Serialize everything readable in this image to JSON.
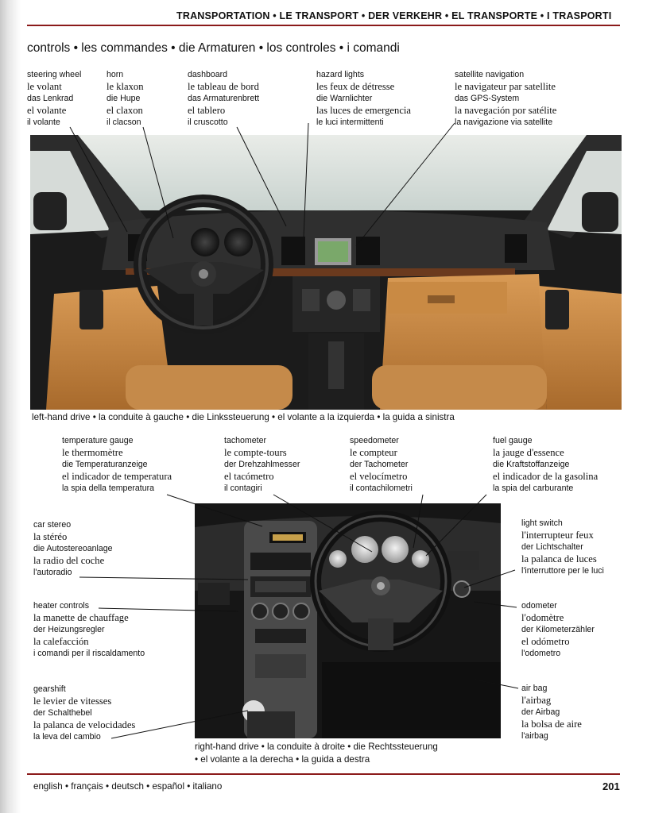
{
  "header": {
    "running_title": "TRANSPORTATION • LE TRANSPORT • DER VERKEHR • EL TRANSPORTE • I TRASPORTI"
  },
  "section": {
    "title": "controls • les commandes • die Armaturen • los controles • i comandi"
  },
  "top_labels": {
    "steering_wheel": [
      "steering wheel",
      "le volant",
      "das Lenkrad",
      "el volante",
      "il volante"
    ],
    "horn": [
      "horn",
      "le klaxon",
      "die Hupe",
      "el claxon",
      "il clacson"
    ],
    "dashboard": [
      "dashboard",
      "le tableau de bord",
      "das Armaturenbrett",
      "el tablero",
      "il cruscotto"
    ],
    "hazard_lights": [
      "hazard lights",
      "les feux de détresse",
      "die Warnlichter",
      "las luces de emergencia",
      "le luci intermittenti"
    ],
    "satellite_navigation": [
      "satellite navigation",
      "le navigateur par satellite",
      "das GPS-System",
      "la navegación por satélite",
      "la navigazione via satellite"
    ]
  },
  "captions": {
    "left_hand_drive": "left-hand drive • la conduite à gauche • die Linkssteuerung • el volante a la izquierda • la guida a sinistra",
    "right_hand_drive_1": "right-hand drive • la conduite à droite • die Rechtssteuerung",
    "right_hand_drive_2": "• el volante a la derecha • la guida a destra"
  },
  "bottom_labels": {
    "temperature_gauge": [
      "temperature gauge",
      "le thermomètre",
      "die Temperaturanzeige",
      "el indicador de temperatura",
      "la spia della temperatura"
    ],
    "tachometer": [
      "tachometer",
      "le compte-tours",
      "der Drehzahlmesser",
      "el tacómetro",
      "il contagiri"
    ],
    "speedometer": [
      "speedometer",
      "le compteur",
      "der Tachometer",
      "el velocímetro",
      "il contachilometri"
    ],
    "fuel_gauge": [
      "fuel gauge",
      "la jauge d'essence",
      "die Kraftstoffanzeige",
      "el indicador de la gasolina",
      "la spia del carburante"
    ],
    "car_stereo": [
      "car stereo",
      "la stéréo",
      "die Autostereoanlage",
      "la radio del coche",
      "l'autoradio"
    ],
    "heater_controls": [
      "heater controls",
      "la manette de chauffage",
      "der Heizungsregler",
      "la calefacción",
      "i comandi per il riscaldamento"
    ],
    "gearshift": [
      "gearshift",
      "le levier de vitesses",
      "der Schalthebel",
      "la palanca de velocidades",
      "la leva del cambio"
    ],
    "light_switch": [
      "light switch",
      "l'interrupteur feux",
      "der Lichtschalter",
      "la palanca de luces",
      "l'interruttore per le luci"
    ],
    "odometer": [
      "odometer",
      "l'odomètre",
      "der Kilometerzähler",
      "el odómetro",
      "l'odometro"
    ],
    "air_bag": [
      "air bag",
      "l'airbag",
      "der Airbag",
      "la bolsa de aire",
      "l'airbag"
    ]
  },
  "footer": {
    "languages": "english • français • deutsch • español • italiano",
    "page_number": "201"
  },
  "colors": {
    "rule": "#8b1a1a",
    "leather": "#c98a44",
    "dash_dark": "#2a2a2a",
    "wood": "#6b3a1e"
  }
}
